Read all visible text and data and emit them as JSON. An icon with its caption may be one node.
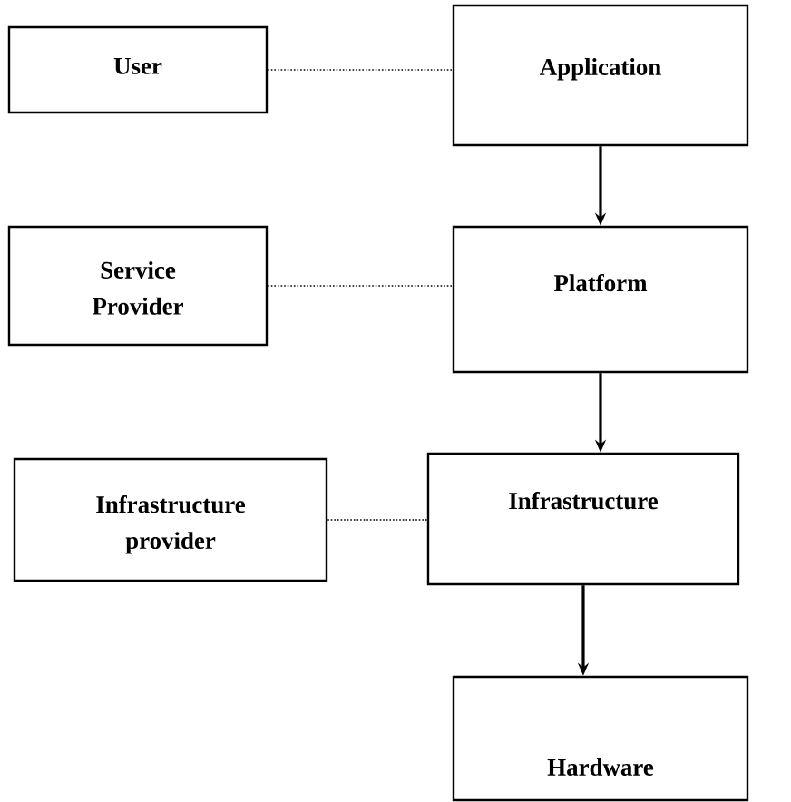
{
  "diagram": {
    "nodes": [
      {
        "text": [
          "User"
        ]
      },
      {
        "text": [
          "Application"
        ]
      },
      {
        "text": [
          "Service Provider"
        ]
      },
      {
        "text": [
          "Platform"
        ]
      },
      {
        "text": [
          "Infrastructure provider"
        ]
      },
      {
        "text": [
          "Infrastructure"
        ]
      },
      {
        "text": [
          "Hardware"
        ]
      }
    ],
    "edges": [
      {
        "from": 0,
        "to": 1,
        "arrow": "none",
        "style": "dashed"
      },
      {
        "from": 1,
        "to": 3,
        "arrow": "to"
      },
      {
        "from": 2,
        "to": 3,
        "arrow": "none",
        "style": "dashed"
      },
      {
        "from": 3,
        "to": 5,
        "arrow": "to"
      },
      {
        "from": 4,
        "to": 5,
        "arrow": "none",
        "style": "dashed"
      },
      {
        "from": 5,
        "to": 6,
        "arrow": "to"
      }
    ]
  }
}
